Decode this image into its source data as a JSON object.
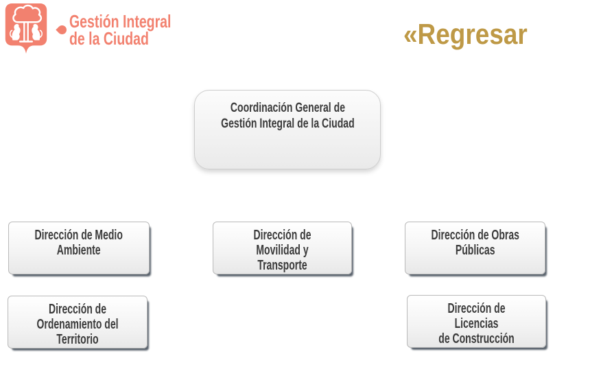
{
  "header": {
    "brand_title": "Gestión Integral\nde la Ciudad",
    "back_label": "«Regresar"
  },
  "colors": {
    "brand_coral": "#F2816F",
    "back_gold": "#BE9946",
    "node_text": "#3A3A3A",
    "node_border": "#B9B9B9",
    "node_shadow": "#4C5661"
  },
  "icons": {
    "logo": "city-crest-tree-lions-icon",
    "bullet": "droplet-bullet-icon"
  },
  "orgchart": {
    "root": {
      "label": "Coordinación General de\nGestión Integral de la Ciudad"
    },
    "children": [
      {
        "label": "Dirección de Medio\nAmbiente"
      },
      {
        "label": "Dirección de Movilidad y\nTransporte"
      },
      {
        "label": "Dirección de Obras\nPúblicas"
      },
      {
        "label": "Dirección de\nOrdenamiento del\nTerritorio"
      },
      {
        "label": "Dirección de Licencias\nde Construcción"
      }
    ]
  }
}
